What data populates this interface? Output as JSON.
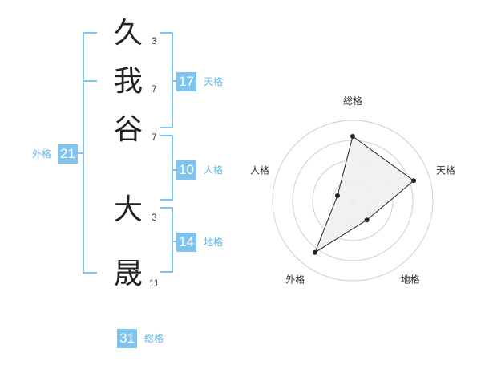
{
  "name_chars": [
    {
      "char": "久",
      "strokes": "3"
    },
    {
      "char": "我",
      "strokes": "7"
    },
    {
      "char": "谷",
      "strokes": "7"
    },
    {
      "char": "大",
      "strokes": "3"
    },
    {
      "char": "晟",
      "strokes": "11"
    }
  ],
  "fortune": {
    "tenkaku": {
      "value": "17",
      "label": "天格"
    },
    "jinkaku": {
      "value": "10",
      "label": "人格"
    },
    "chikaku": {
      "value": "14",
      "label": "地格"
    },
    "gaikaku": {
      "value": "21",
      "label": "外格"
    },
    "soukaku": {
      "value": "31",
      "label": "総格"
    }
  },
  "colors": {
    "accent": "#7fc3ee",
    "accent_text": "#5fb4e6"
  },
  "chart_data": {
    "type": "radar",
    "axes": [
      "総格",
      "天格",
      "地格",
      "外格",
      "人格"
    ],
    "values": [
      0.8,
      0.8,
      0.3,
      0.8,
      0.2
    ],
    "rings": 4,
    "grid": true
  }
}
